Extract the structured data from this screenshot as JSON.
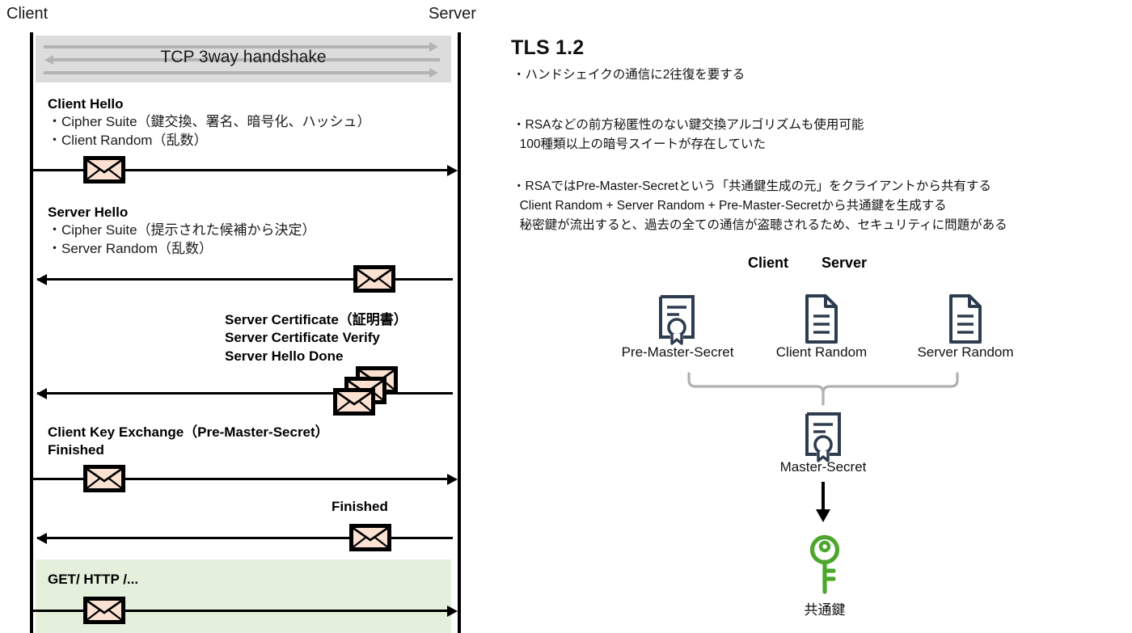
{
  "diagram": {
    "peers": {
      "client": "Client",
      "server": "Server"
    },
    "tcp_band": {
      "title": "TCP 3way handshake"
    },
    "steps": [
      {
        "name": "client-hello",
        "title": "Client Hello",
        "lines": [
          "・Cipher Suite（鍵交換、署名、暗号化、ハッシュ）",
          "・Client Random（乱数）"
        ],
        "direction": "right"
      },
      {
        "name": "server-hello",
        "title": "Server Hello",
        "lines": [
          "・Cipher Suite（提示された候補から決定）",
          "・Server Random（乱数）"
        ],
        "direction": "left"
      },
      {
        "name": "server-certificate",
        "title": "Server Certificate（証明書）",
        "lines": [
          "Server Certificate Verify",
          "Server Hello Done"
        ],
        "direction": "left"
      },
      {
        "name": "client-key-exchange",
        "title": "Client Key Exchange（Pre-Master-Secret）",
        "lines": [
          "Finished"
        ],
        "direction": "right"
      },
      {
        "name": "server-finished",
        "title": "Finished",
        "lines": [],
        "direction": "left"
      },
      {
        "name": "http-get",
        "title": "GET/ HTTP /...",
        "lines": [],
        "direction": "right"
      }
    ],
    "icons": {
      "message": "envelope-icon"
    }
  },
  "right_panel": {
    "title": "TLS 1.2",
    "bullets": [
      {
        "name": "bullet-roundtrips",
        "text": "・ハンドシェイクの通信に2往復を要する"
      },
      {
        "name": "bullet-rsa-forward-secrecy",
        "text": "・RSAなどの前方秘匿性のない鍵交換アルゴリズムも使用可能\n  100種類以上の暗号スイートが存在していた"
      },
      {
        "name": "bullet-pre-master-secret",
        "text": "・RSAではPre-Master-Secretという「共通鍵生成の元」をクライアントから共有する\n  Client Random + Server Random + Pre-Master-Secretから共通鍵を生成する\n  秘密鍵が流出すると、過去の全ての通信が盗聴されるため、セキュリティに問題がある"
      }
    ],
    "key_derivation": {
      "owner_labels": {
        "client": "Client",
        "server": "Server"
      },
      "inputs": [
        {
          "name": "pre-master-secret",
          "label": "Pre-Master-Secret",
          "icon": "certificate-icon"
        },
        {
          "name": "client-random",
          "label": "Client Random",
          "icon": "document-icon"
        },
        {
          "name": "server-random",
          "label": "Server Random",
          "icon": "document-icon"
        }
      ],
      "result": {
        "name": "master-secret",
        "label": "Master-Secret",
        "icon": "certificate-icon"
      },
      "final": {
        "name": "shared-key",
        "label": "共通鍵",
        "icon": "key-icon"
      }
    }
  },
  "colors": {
    "envelope_fill": "#fbe1d1",
    "tcp_band": "#dcdcdc",
    "http_band": "#e4f0dc",
    "icon_navy": "#2d3c4e",
    "key_green": "#4ca72c",
    "brace_gray": "#b0b0b0"
  }
}
